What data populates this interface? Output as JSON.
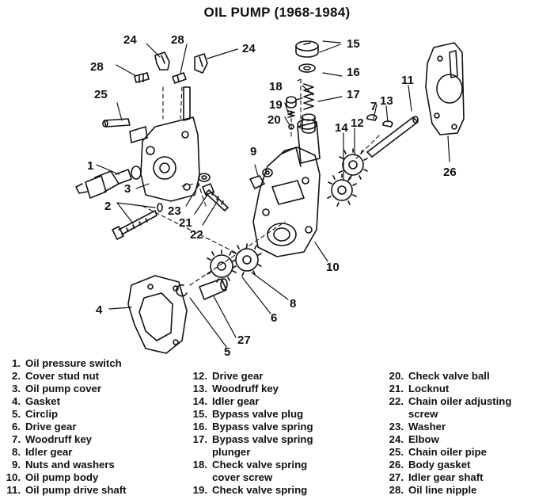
{
  "title": "OIL PUMP (1968-1984)",
  "callouts": [
    "1",
    "2",
    "3",
    "4",
    "5",
    "6",
    "7",
    "8",
    "9",
    "10",
    "11",
    "12",
    "13",
    "14",
    "15",
    "16",
    "17",
    "18",
    "19",
    "20",
    "21",
    "22",
    "23",
    "24",
    "24",
    "25",
    "26",
    "27",
    "28",
    "28"
  ],
  "legend": {
    "col1": [
      {
        "num": "1.",
        "label": "Oil pressure switch"
      },
      {
        "num": "2.",
        "label": "Cover stud nut"
      },
      {
        "num": "3.",
        "label": "Oil pump cover"
      },
      {
        "num": "4.",
        "label": "Gasket"
      },
      {
        "num": "5.",
        "label": "Circlip"
      },
      {
        "num": "6.",
        "label": "Drive gear"
      },
      {
        "num": "7.",
        "label": "Woodruff key"
      },
      {
        "num": "8.",
        "label": "Idler gear"
      },
      {
        "num": "9.",
        "label": "Nuts and washers"
      },
      {
        "num": "10.",
        "label": "Oil pump body"
      },
      {
        "num": "11.",
        "label": "Oil pump drive shaft"
      }
    ],
    "col2": [
      {
        "num": "12.",
        "label": "Drive gear"
      },
      {
        "num": "13.",
        "label": "Woodruff key"
      },
      {
        "num": "14.",
        "label": "Idler gear"
      },
      {
        "num": "15.",
        "label": "Bypass valve plug"
      },
      {
        "num": "16.",
        "label": "Bypass valve spring"
      },
      {
        "num": "17.",
        "label": "Bypass valve spring\nplunger"
      },
      {
        "num": "18.",
        "label": "Check valve spring\ncover screw"
      },
      {
        "num": "19.",
        "label": "Check valve spring"
      }
    ],
    "col3": [
      {
        "num": "20.",
        "label": "Check valve ball"
      },
      {
        "num": "21.",
        "label": "Locknut"
      },
      {
        "num": "22.",
        "label": "Chain oiler adjusting\nscrew"
      },
      {
        "num": "23.",
        "label": "Washer"
      },
      {
        "num": "24.",
        "label": "Elbow"
      },
      {
        "num": "25.",
        "label": "Chain oiler pipe"
      },
      {
        "num": "26.",
        "label": "Body gasket"
      },
      {
        "num": "27.",
        "label": "Idler gear shaft"
      },
      {
        "num": "28.",
        "label": "Oil line nipple"
      }
    ]
  }
}
